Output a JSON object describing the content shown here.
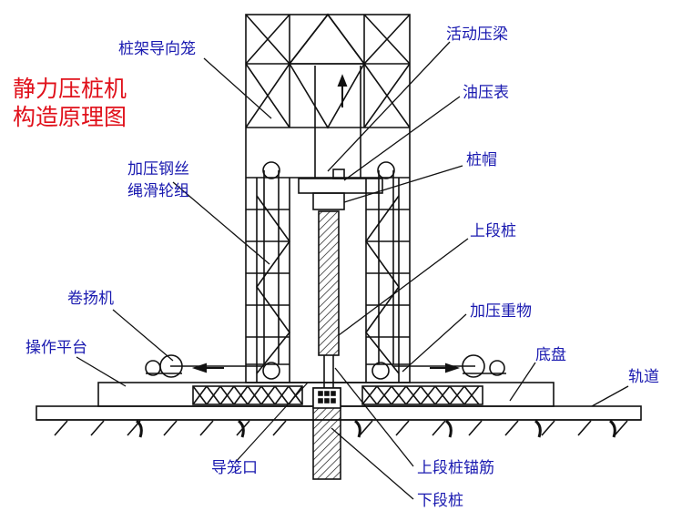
{
  "title": {
    "line1": "静力压桩机",
    "line2": "构造原理图"
  },
  "labels": {
    "guide_cage": "桩架导向笼",
    "movable_beam": "活动压梁",
    "oil_gauge": "油压表",
    "pile_cap": "桩帽",
    "pulley_group_line1": "加压钢丝",
    "pulley_group_line2": "绳滑轮组",
    "upper_pile": "上段桩",
    "winch": "卷扬机",
    "weight": "加压重物",
    "platform": "操作平台",
    "chassis": "底盘",
    "track": "轨道",
    "cage_mouth": "导笼口",
    "anchor_bars": "上段桩锚筋",
    "lower_pile": "下段桩"
  },
  "colors": {
    "label": "#1a1ab0",
    "title": "#e0101a",
    "line": "#111111"
  }
}
